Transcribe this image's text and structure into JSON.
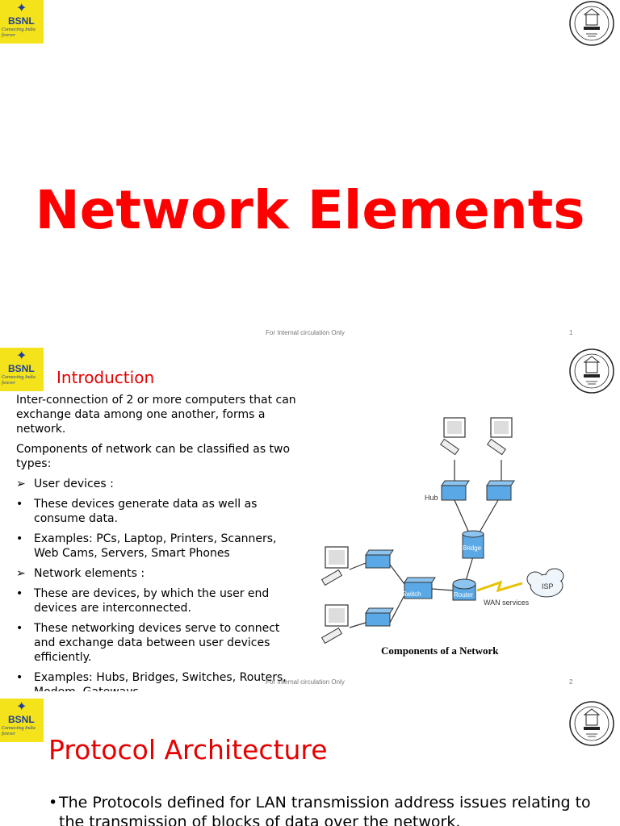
{
  "slide1": {
    "logo": {
      "name": "BSNL",
      "tagline": "Connecting India forever"
    },
    "title": "Network Elements",
    "footer": "For Internal circulation Only",
    "page_number": "1"
  },
  "slide2": {
    "logo": {
      "name": "BSNL",
      "tagline": "Connecting India forever"
    },
    "title": "Introduction",
    "paragraphs": [
      "Inter-connection of  2 or more computers that can exchange data among one another, forms a network.",
      "Components of network can be classified as two types:"
    ],
    "items": [
      {
        "marker": "➢",
        "text": "User devices :"
      },
      {
        "marker": "•",
        "text": " These devices generate data as well as consume data."
      },
      {
        "marker": "•",
        "text": "Examples: PCs, Laptop, Printers, Scanners, Web Cams, Servers, Smart Phones"
      },
      {
        "marker": "➢",
        "text": "Network elements :"
      },
      {
        "marker": "•",
        "text": "These are devices, by which the user end devices are interconnected."
      },
      {
        "marker": "•",
        "text": "These networking devices serve to connect and exchange data between user devices efficiently."
      },
      {
        "marker": "•",
        "text": "Examples: Hubs, Bridges, Switches, Routers, Modem, Gateways."
      }
    ],
    "diagram": {
      "labels": {
        "hub": "Hub",
        "bridge": "Bridge",
        "switch": "Switch",
        "router": "Router",
        "wan": "WAN services",
        "isp": "ISP"
      },
      "caption": "Components of a Network"
    },
    "footer": "For Internal circulation Only",
    "page_number": "2"
  },
  "slide3": {
    "logo": {
      "name": "BSNL",
      "tagline": "Connecting India forever"
    },
    "title": "Protocol Architecture",
    "bullet": "The Protocols defined for LAN transmission address issues relating to the transmission of blocks of data over the network."
  },
  "colors": {
    "title_red": "#ff0000",
    "heading_red": "#e60000",
    "bsnl_yellow": "#f4e31a",
    "bsnl_blue": "#1f3f9b",
    "device_blue": "#5aa9e6"
  }
}
